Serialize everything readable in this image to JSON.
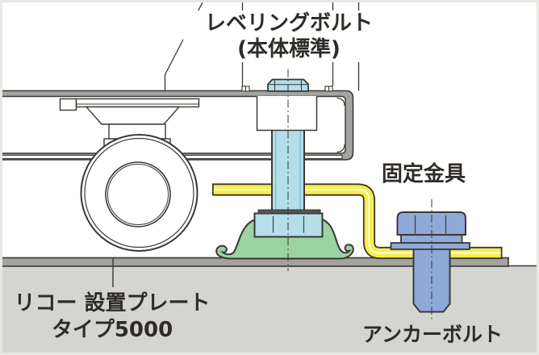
{
  "diagram": {
    "labels": {
      "leveling_bolt_line1": "レベリングボルト",
      "leveling_bolt_line2": "(本体標準)",
      "fixing_bracket": "固定金具",
      "plate_line1": "リコー 設置プレート",
      "plate_line2": "タイプ5000",
      "anchor_bolt": "アンカーボルト"
    },
    "colors": {
      "outline": "#3b3733",
      "text": "#2f2b27",
      "frame": "#a4a4a0",
      "floor": "#d4d4d0",
      "plate": "#a3a39f",
      "cyan": "#b4dee9",
      "cyan_shade": "#7fb6c6",
      "green": "#9bd3a3",
      "yellow": "#f8ee4e",
      "blue": "#8fa9d8",
      "washer": "#56524c",
      "border": "#e7e7e4"
    }
  }
}
